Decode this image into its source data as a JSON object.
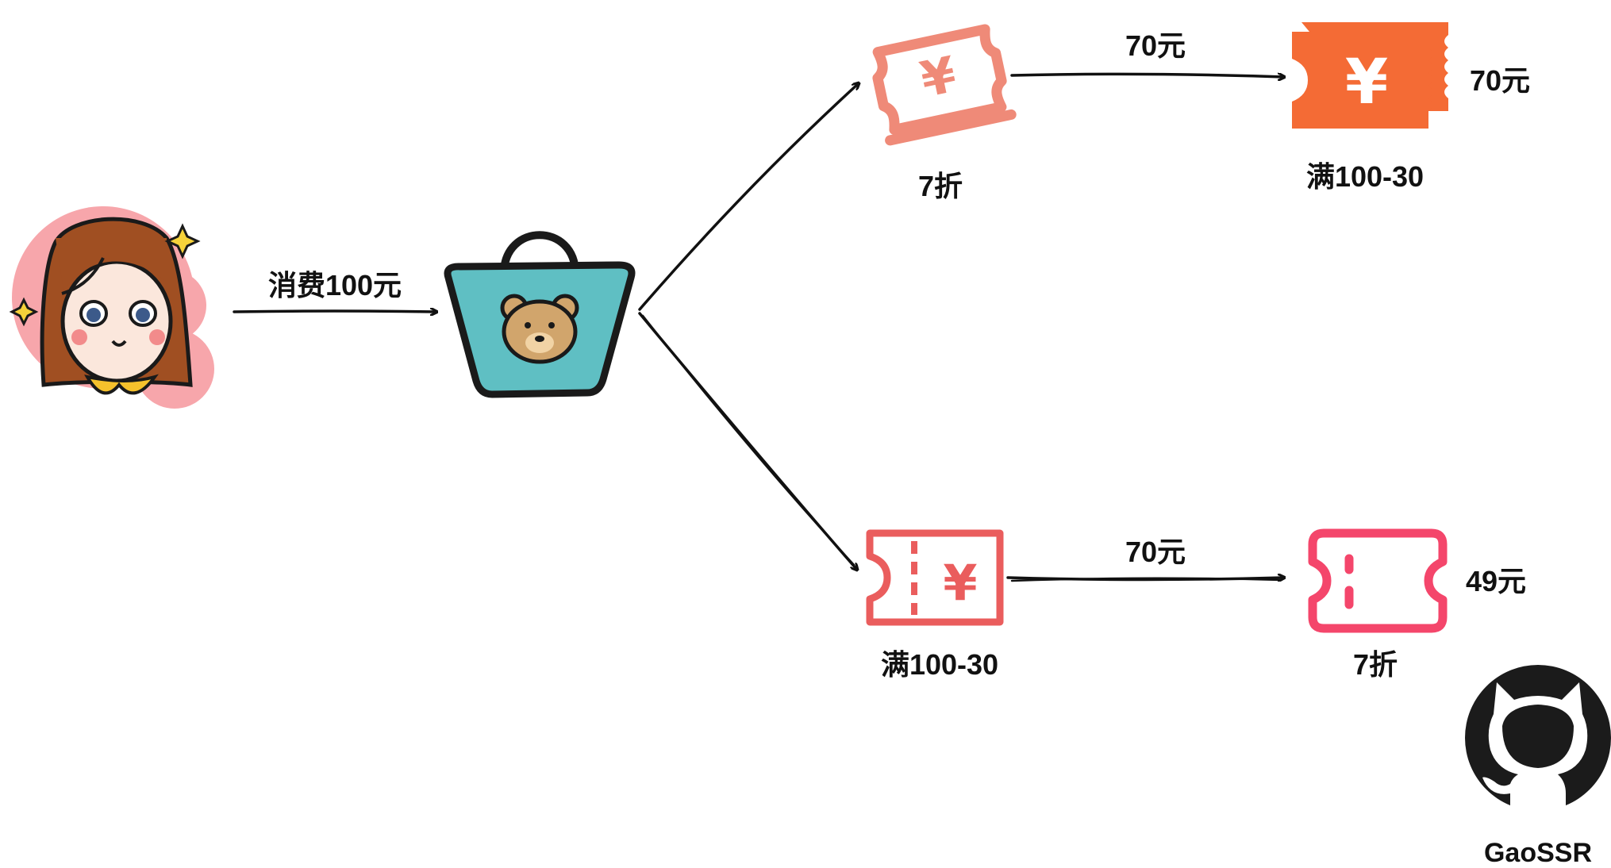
{
  "labels": {
    "spend": "消费100元",
    "top_first_coupon": "7折",
    "top_mid_amount": "70元",
    "top_second_coupon": "满100-30",
    "top_result": "70元",
    "bottom_first_coupon": "满100-30",
    "bottom_mid_amount": "70元",
    "bottom_second_coupon": "7折",
    "bottom_result": "49元",
    "author": "GaoSSR"
  },
  "colors": {
    "coupon_salmon": "#ef8a78",
    "coupon_orange": "#f46b35",
    "coupon_red": "#ea5d5d",
    "coupon_pink": "#f4466b",
    "bag_teal": "#5fbfc3",
    "bear": "#d1a56c",
    "girl_bg": "#f7a6ab",
    "hair": "#a04f22",
    "collar": "#f6c12c",
    "arrow": "#111111"
  },
  "icons": [
    "girl-avatar-icon",
    "shopping-bag-icon",
    "ticket-icon",
    "coupon-icon",
    "github-icon"
  ]
}
